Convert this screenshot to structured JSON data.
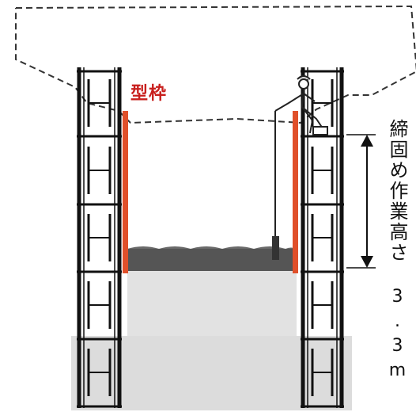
{
  "labels": {
    "formwork": "型枠",
    "work_height_title": "締固め作業高さ",
    "work_height_value": "3.3m"
  },
  "colors": {
    "formwork_red": "#e0502a",
    "scaffold_black": "#111111",
    "concrete_dark": "#555555",
    "footing_gray": "#dcdcdc"
  },
  "icons": [
    "worker-figure-icon",
    "vibrator-icon",
    "dimension-arrow-icon"
  ]
}
